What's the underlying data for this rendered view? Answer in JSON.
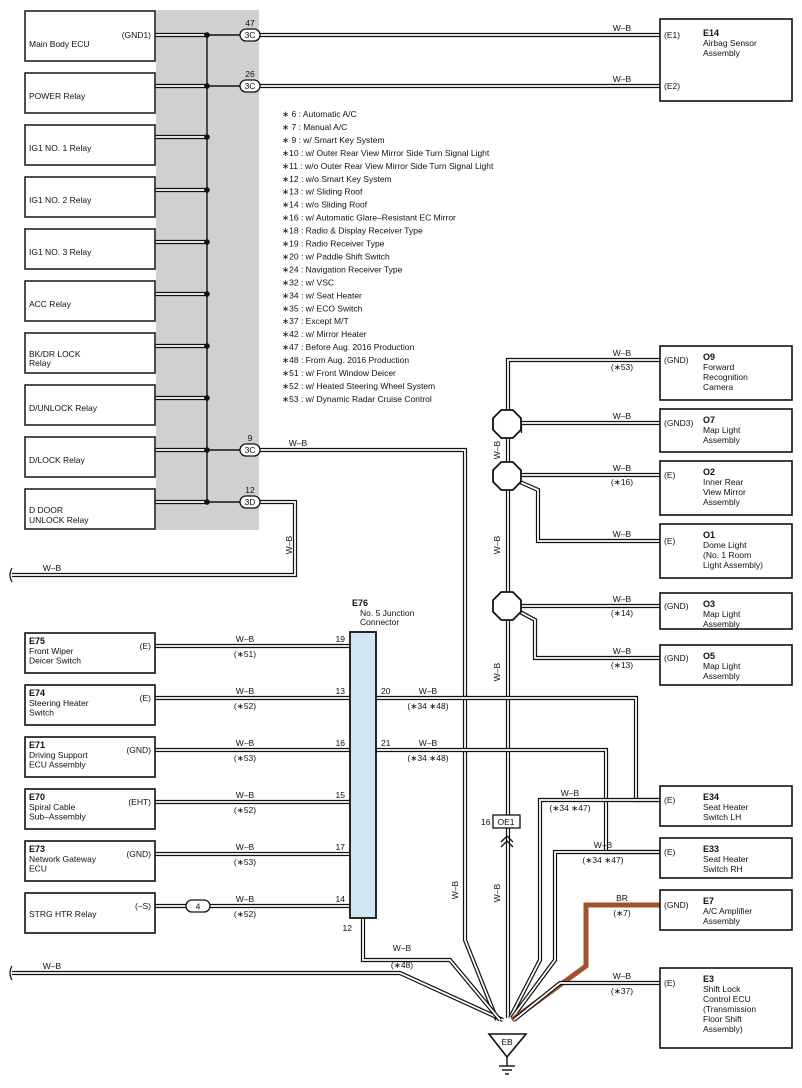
{
  "left_components": [
    {
      "name": "Main Body ECU",
      "pin": "(GND1)"
    },
    {
      "name": "POWER Relay",
      "pin": ""
    },
    {
      "name": "IG1 NO. 1 Relay",
      "pin": ""
    },
    {
      "name": "IG1 NO. 2 Relay",
      "pin": ""
    },
    {
      "name": "IG1 NO. 3 Relay",
      "pin": ""
    },
    {
      "name": "ACC Relay",
      "pin": ""
    },
    {
      "name": "BK/DR LOCK",
      "name2": "Relay",
      "pin": ""
    },
    {
      "name": "D/UNLOCK Relay",
      "pin": ""
    },
    {
      "name": "D/LOCK Relay",
      "pin": ""
    },
    {
      "name": "D DOOR",
      "name2": "UNLOCK Relay",
      "pin": ""
    }
  ],
  "top_connectors": [
    {
      "num": "47",
      "label": "3C"
    },
    {
      "num": "26",
      "label": "3C"
    },
    {
      "num": "9",
      "label": "3C"
    },
    {
      "num": "12",
      "label": "3D"
    }
  ],
  "top_right": [
    {
      "code": "E14",
      "lines": [
        "Airbag Sensor",
        "Assembly"
      ],
      "pin": "(E1)",
      "wire": "W–B"
    },
    {
      "code": "",
      "lines": [],
      "pin": "(E2)",
      "wire": "W–B"
    }
  ],
  "notes": [
    "∗ 6 : Automatic A/C",
    "∗ 7 : Manual A/C",
    "∗ 9 : w/ Smart Key System",
    "∗10 : w/ Outer Rear View Mirror Side Turn Signal Light",
    "∗11 : w/o Outer Rear View Mirror Side Turn Signal Light",
    "∗12 : w/o Smart Key System",
    "∗13 : w/ Sliding Roof",
    "∗14 : w/o Sliding Roof",
    "∗16 : w/ Automatic Glare–Resistant EC Mirror",
    "∗18 : Radio & Display Receiver Type",
    "∗19 : Radio Receiver Type",
    "∗20 : w/ Paddle Shift Switch",
    "∗24 : Navigation Receiver Type",
    "∗32 : w/ VSC",
    "∗34 : w/ Seat Heater",
    "∗35 : w/ ECO Switch",
    "∗37 : Except M/T",
    "∗42 : w/ Mirror Heater",
    "∗47 : Before Aug.  2016 Production",
    "∗48 : From Aug.  2016 Production",
    "∗51 : w/ Front Window Deicer",
    "∗52 : w/ Heated Steering Wheel System",
    "∗53 : w/ Dynamic Radar Cruise Control"
  ],
  "right_components": [
    {
      "code": "O9",
      "lines": [
        "Forward",
        "Recognition",
        "Camera"
      ],
      "pin": "(GND)",
      "wire": "W–B",
      "cond": "(∗53)"
    },
    {
      "code": "O7",
      "lines": [
        "Map Light",
        "Assembly"
      ],
      "pin": "(GND3)",
      "wire": "W–B",
      "cond": ""
    },
    {
      "code": "O2",
      "lines": [
        "Inner Rear",
        "View Mirror",
        "Assembly"
      ],
      "pin": "(E)",
      "wire": "W–B",
      "cond": "(∗16)"
    },
    {
      "code": "O1",
      "lines": [
        "Dome Light",
        "(No.  1 Room",
        " Light Assembly)"
      ],
      "pin": "(E)",
      "wire": "W–B",
      "cond": ""
    },
    {
      "code": "O3",
      "lines": [
        "Map Light",
        "Assembly"
      ],
      "pin": "(GND)",
      "wire": "W–B",
      "cond": "(∗14)"
    },
    {
      "code": "O5",
      "lines": [
        "Map Light",
        "Assembly"
      ],
      "pin": "(GND)",
      "wire": "W–B",
      "cond": "(∗13)"
    },
    {
      "code": "E34",
      "lines": [
        "Seat Heater",
        "Switch LH"
      ],
      "pin": "(E)",
      "wire": "W–B",
      "cond": "(∗34 ∗47)"
    },
    {
      "code": "E33",
      "lines": [
        "Seat Heater",
        "Switch RH"
      ],
      "pin": "(E)",
      "wire": "W–B",
      "cond": "(∗34 ∗47)"
    },
    {
      "code": "E7",
      "lines": [
        "A/C Amplifier",
        "Assembly"
      ],
      "pin": "(GND)",
      "wire": "BR",
      "cond": "(∗7)"
    },
    {
      "code": "E3",
      "lines": [
        "Shift Lock",
        "Control ECU",
        "(Transmission",
        " Floor Shift",
        " Assembly)"
      ],
      "pin": "(E)",
      "wire": "W–B",
      "cond": "(∗37)"
    }
  ],
  "junction": {
    "code": "E76",
    "lines": [
      "No.  5 Junction",
      "Connector"
    ]
  },
  "left_lower": [
    {
      "code": "E75",
      "lines": [
        "Front Wiper",
        "Deicer Switch"
      ],
      "pin": "(E)",
      "wire": "W–B",
      "cond": "(∗51)",
      "pin_in": "19"
    },
    {
      "code": "E74",
      "lines": [
        "Steering Heater",
        "Switch"
      ],
      "pin": "(E)",
      "wire": "W–B",
      "cond": "(∗52)",
      "pin_in": "13"
    },
    {
      "code": "E71",
      "lines": [
        "Driving Support",
        "ECU Assembly"
      ],
      "pin": "(GND)",
      "wire": "W–B",
      "cond": "(∗53)",
      "pin_in": "16"
    },
    {
      "code": "E70",
      "lines": [
        "Spiral Cable",
        "Sub–Assembly"
      ],
      "pin": "(EHT)",
      "wire": "W–B",
      "cond": "(∗52)",
      "pin_in": "15"
    },
    {
      "code": "E73",
      "lines": [
        "Network Gateway",
        "ECU"
      ],
      "pin": "(GND)",
      "wire": "W–B",
      "cond": "(∗53)",
      "pin_in": "17"
    },
    {
      "code": "",
      "lines": [
        "STRG HTR Relay"
      ],
      "pin": "(–S)",
      "wire": "W–B",
      "cond": "(∗52)",
      "pin_in": "14",
      "conn": "4"
    }
  ],
  "junction_outputs": [
    {
      "pin": "20",
      "wire": "W–B",
      "cond": "(∗34 ∗48)"
    },
    {
      "pin": "21",
      "wire": "W–B",
      "cond": "(∗34 ∗48)"
    }
  ],
  "junction_bottom": {
    "pin": "12",
    "wire": "W–B",
    "cond": "(∗48)"
  },
  "misc_wires": {
    "wb": "W–B",
    "oe1": "OE1",
    "oe1_pin": "16",
    "ground": "EB"
  }
}
